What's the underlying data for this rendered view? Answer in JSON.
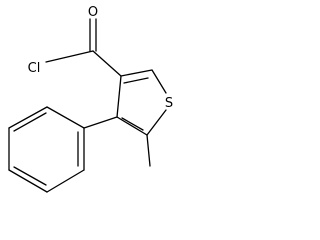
{
  "molecule": {
    "atoms": {
      "oxygen": "O",
      "chlorine": "Cl",
      "sulfur": "S"
    }
  },
  "colors": {
    "bond": "#000000",
    "label": "#000000",
    "background": "#ffffff"
  }
}
